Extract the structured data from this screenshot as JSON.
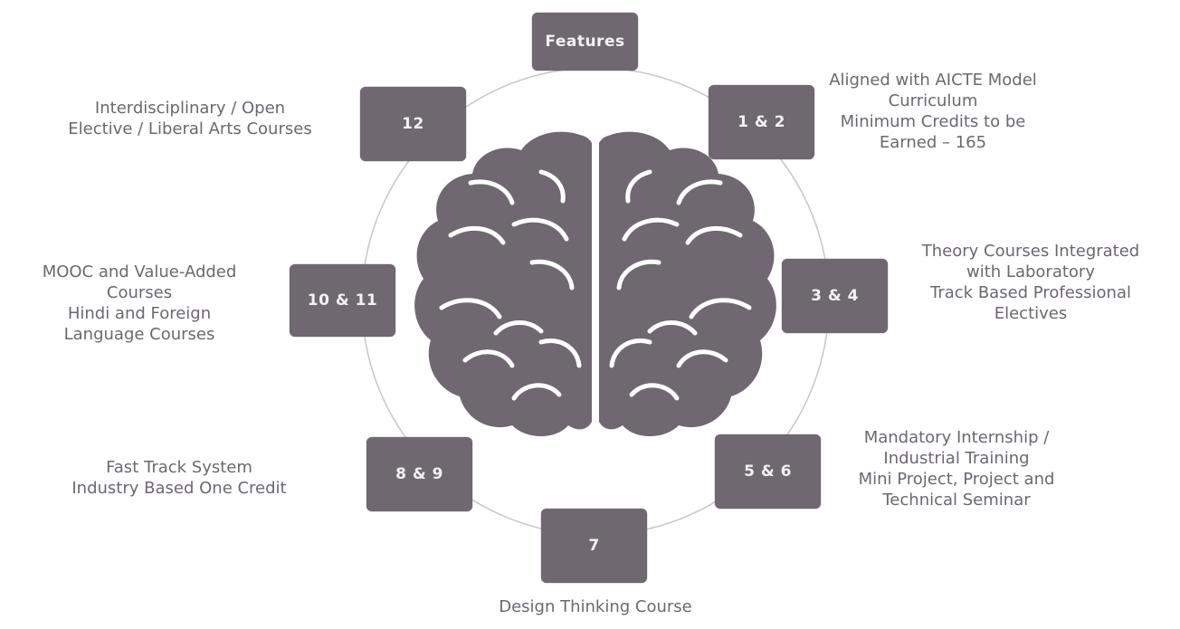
{
  "diagram": {
    "center_icon": "brain-icon",
    "colors": {
      "node_fill": "#6f6870",
      "node_text": "#f3f1f3",
      "label_text": "#6d6770",
      "brain_fill": "#6f6870",
      "ring": "#c9c5c9"
    },
    "hub": {
      "label": "Features"
    },
    "nodes": [
      {
        "id": "12",
        "label": "12",
        "description": [
          "Interdisciplinary / Open",
          "Elective / Liberal Arts Courses"
        ]
      },
      {
        "id": "1-2",
        "label": "1 & 2",
        "description": [
          "Aligned with AICTE Model",
          "Curriculum",
          "Minimum Credits to be",
          "Earned – 165"
        ]
      },
      {
        "id": "10-11",
        "label": "10 & 11",
        "description": [
          "MOOC and Value-Added",
          "Courses",
          "Hindi and Foreign",
          "Language Courses"
        ]
      },
      {
        "id": "3-4",
        "label": "3 & 4",
        "description": [
          "Theory Courses Integrated",
          "with Laboratory",
          "Track Based Professional",
          "Electives"
        ]
      },
      {
        "id": "8-9",
        "label": "8 & 9",
        "description": [
          "Fast Track System",
          "Industry Based One Credit"
        ]
      },
      {
        "id": "5-6",
        "label": "5 & 6",
        "description": [
          "Mandatory Internship /",
          "Industrial Training",
          "Mini Project, Project and",
          "Technical Seminar"
        ]
      },
      {
        "id": "7",
        "label": "7",
        "description": [
          "Design Thinking Course"
        ]
      }
    ]
  }
}
